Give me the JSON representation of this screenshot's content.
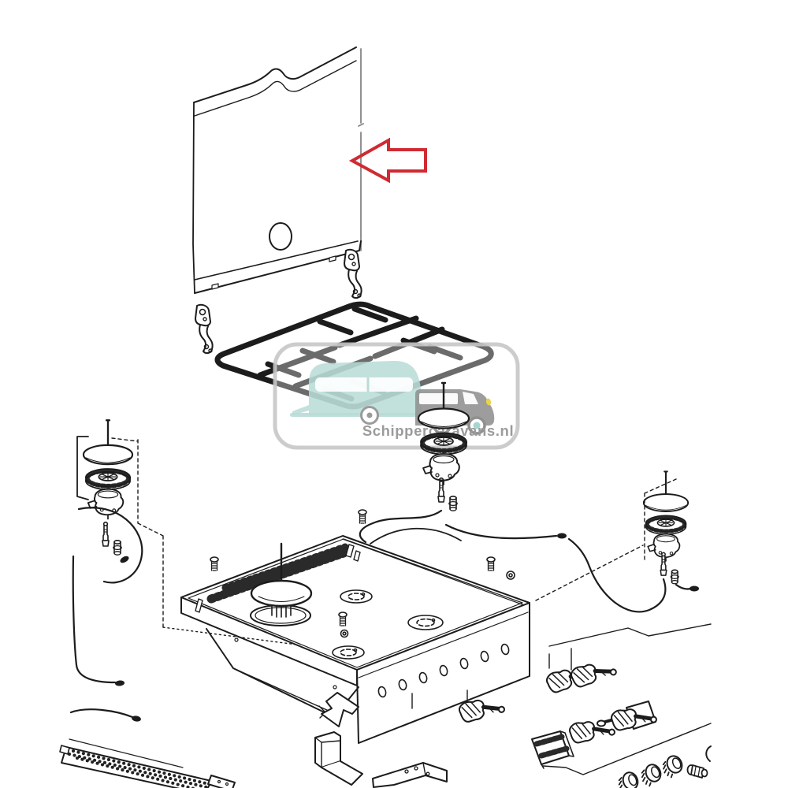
{
  "image_alt": "Exploded spare-parts line diagram of a caravan gas hob (cooktop) with lid, pan support, burners, valves and knobs",
  "annotation": {
    "arrow_color": "#d02a32",
    "arrow_direction": "left",
    "points_to": "lid-cover-panel"
  },
  "watermark": {
    "text": "Schippercaravans.nl",
    "text_color": "#9b9b9b",
    "border_color": "#c6c6c6",
    "caravan_color": "#b9dcd6",
    "van_color": "#8f8f8f",
    "headlight_color": "#e8d34a",
    "hub_color": "#a5d6cf",
    "ground_color": "#b9dcd6"
  },
  "artwork": {
    "line_color": "#1c1c1c",
    "secondary_line_color": "#858585",
    "background_color": "#ffffff"
  },
  "parts": [
    {
      "id": "lid",
      "label": "lid-cover-panel"
    },
    {
      "id": "hinges",
      "label": "lid-hinges"
    },
    {
      "id": "pan-support",
      "label": "pan-support-grid"
    },
    {
      "id": "burner-stacks",
      "label": "burner-cap-ring-body-assemblies"
    },
    {
      "id": "electrodes",
      "label": "ignition-electrodes-and-leads"
    },
    {
      "id": "hob-body",
      "label": "hob-body-with-burner-bowls"
    },
    {
      "id": "fasteners",
      "label": "screws-and-washers"
    },
    {
      "id": "valves",
      "label": "gas-valves"
    },
    {
      "id": "ignition-switch",
      "label": "ignition-switch-block"
    },
    {
      "id": "knobs",
      "label": "control-knobs"
    },
    {
      "id": "oven-burner",
      "label": "oven-burner-rail"
    },
    {
      "id": "brackets",
      "label": "mounting-brackets"
    }
  ]
}
